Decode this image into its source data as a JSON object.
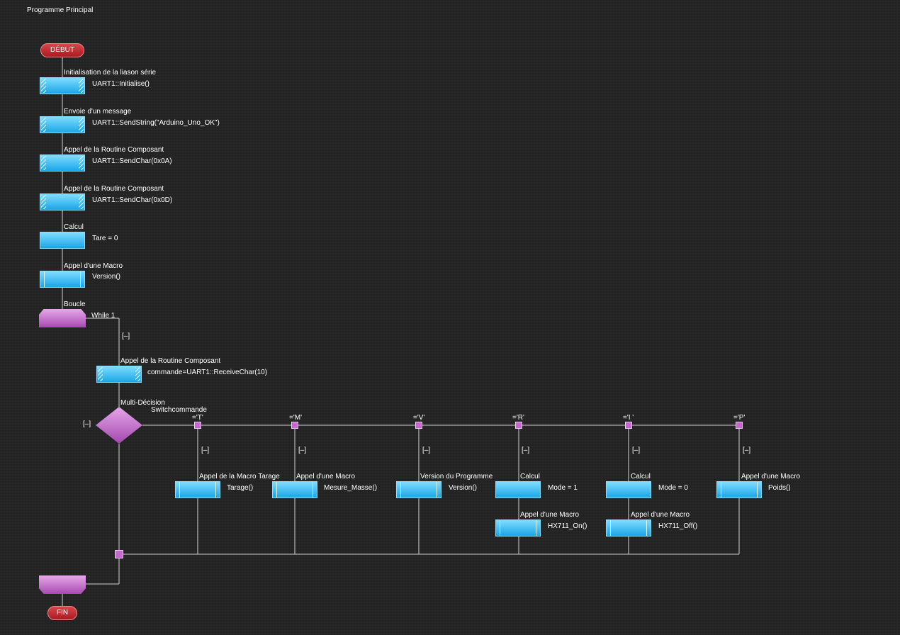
{
  "title": "Programme Principal",
  "start_label": "DÉBUT",
  "end_label": "FIN",
  "collapse_label": "[–]",
  "colors": {
    "background": "#232323",
    "line": "#d0d0d0",
    "block": "#1aa6e6",
    "loop": "#b55ec0",
    "terminal": "#c0272d"
  },
  "main_blocks": [
    {
      "caption": "Initialisation de la liason série",
      "text": "UART1::Initialise()",
      "kind": "component"
    },
    {
      "caption": "Envoie d'un message",
      "text": "UART1::SendString(\"Arduino_Uno_OK\")",
      "kind": "component"
    },
    {
      "caption": "Appel de la Routine Composant",
      "text": "UART1::SendChar(0x0A)",
      "kind": "component"
    },
    {
      "caption": "Appel de la Routine Composant",
      "text": "UART1::SendChar(0x0D)",
      "kind": "component"
    },
    {
      "caption": "Calcul",
      "text": "Tare = 0",
      "kind": "calc"
    },
    {
      "caption": "Appel d'une Macro",
      "text": "Version()",
      "kind": "macro"
    }
  ],
  "loop": {
    "caption": "Boucle",
    "condition": "While 1"
  },
  "receive_block": {
    "caption": "Appel de la Routine Composant",
    "text": "commande=UART1::ReceiveChar(10)"
  },
  "switch": {
    "caption": "Multi-Décision",
    "expression": "Switchcommande"
  },
  "cases": [
    {
      "value": "='T'",
      "blocks": [
        {
          "caption": "Appel de la Macro Tarage",
          "text": "Tarage()",
          "kind": "macro"
        }
      ]
    },
    {
      "value": "='M'",
      "blocks": [
        {
          "caption": "Appel d'une Macro",
          "text": "Mesure_Masse()",
          "kind": "macro"
        }
      ]
    },
    {
      "value": "='V'",
      "blocks": [
        {
          "caption": "Version du Programme",
          "text": "Version()",
          "kind": "macro"
        }
      ]
    },
    {
      "value": "='R'",
      "blocks": [
        {
          "caption": "Calcul",
          "text": "Mode = 1",
          "kind": "calc"
        },
        {
          "caption": "Appel d'une Macro",
          "text": "HX711_On()",
          "kind": "macro"
        }
      ]
    },
    {
      "value": "='I '",
      "blocks": [
        {
          "caption": "Calcul",
          "text": "Mode = 0",
          "kind": "calc"
        },
        {
          "caption": "Appel d'une Macro",
          "text": "HX711_Off()",
          "kind": "macro"
        }
      ]
    },
    {
      "value": "='P'",
      "blocks": [
        {
          "caption": "Appel d'une Macro",
          "text": "Poids()",
          "kind": "macro"
        }
      ]
    }
  ]
}
